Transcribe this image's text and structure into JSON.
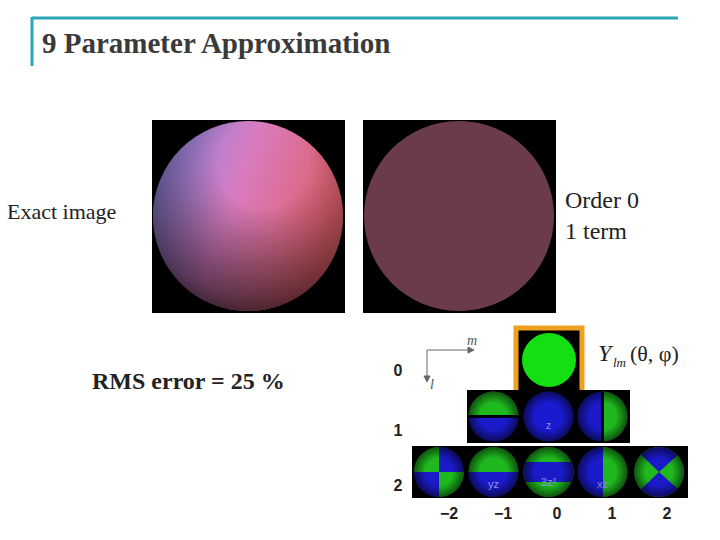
{
  "diagram": {
    "title": "9 Parameter Approximation",
    "labels": [
      "Exact image",
      "Order 0",
      "1 term",
      "RMS error = 25 %",
      "m",
      "l",
      "Y",
      "lm",
      "(θ, φ)",
      "0",
      "1",
      "2",
      "z",
      "yz",
      "3z²",
      "xz",
      "−2",
      "−1",
      "0",
      "1",
      "2"
    ]
  }
}
